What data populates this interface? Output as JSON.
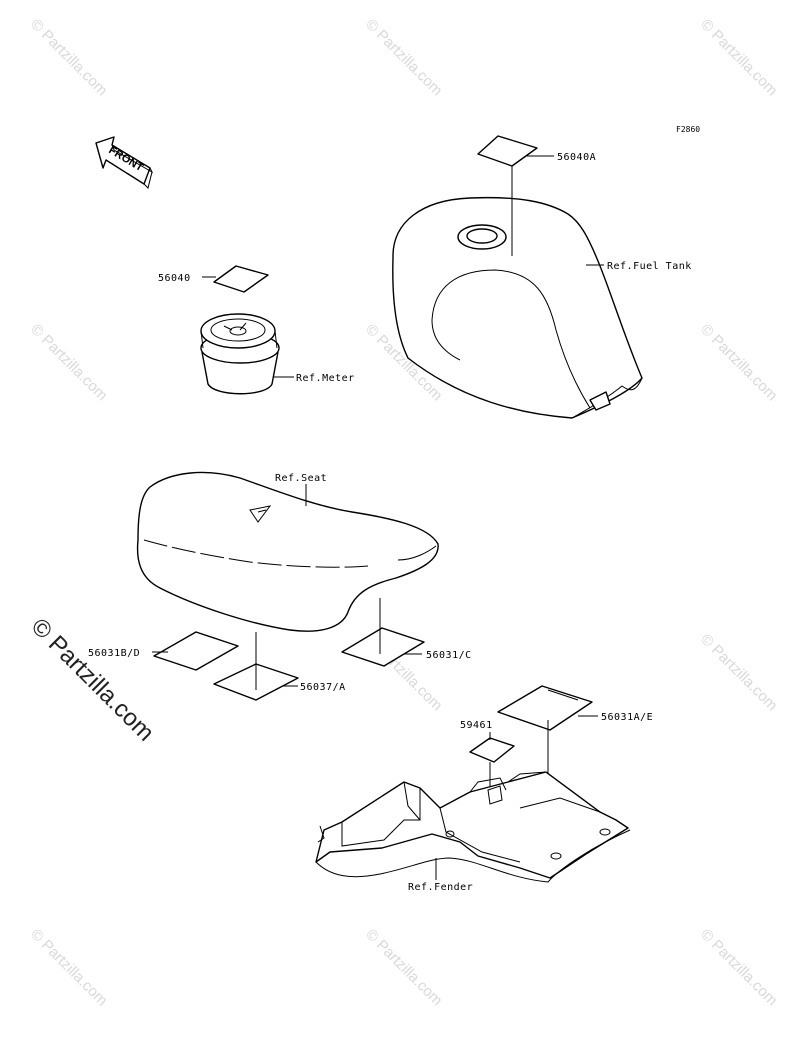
{
  "figure_code": "F2860",
  "front_label": "FRONT",
  "watermark": {
    "text": "© Partzilla.com",
    "side_text": "© Partzilla.com"
  },
  "labels": {
    "p56040a": "56040A",
    "fuel_tank": "Ref.Fuel Tank",
    "p56040": "56040",
    "meter": "Ref.Meter",
    "seat": "Ref.Seat",
    "p56031bd": "56031B/D",
    "p56031c": "56031/C",
    "p56037a": "56037/A",
    "p59461": "59461",
    "p56031ae": "56031A/E",
    "fender": "Ref.Fender"
  }
}
